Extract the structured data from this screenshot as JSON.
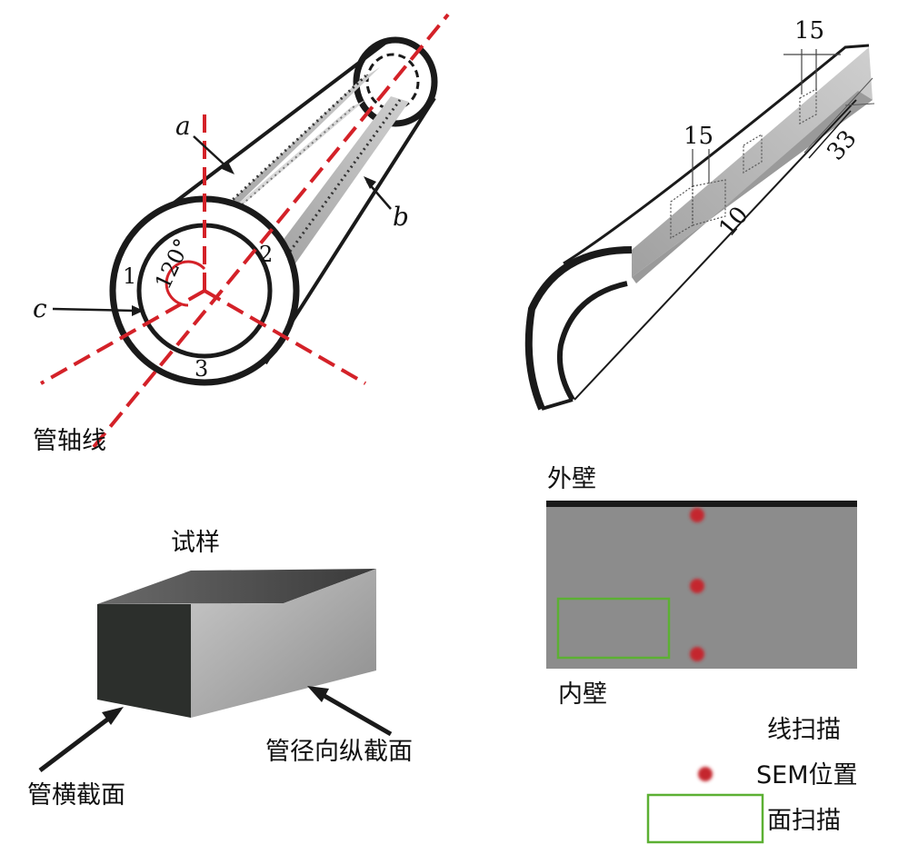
{
  "colors": {
    "red_dashed": "#d42128",
    "pipe_black": "#1a1a1a",
    "strip_gray": "#b4b4b4",
    "sample_gray": "#8a8a8a",
    "line_scan_yellow": "#f2d21b",
    "sem_point_red": "#c4262e",
    "area_scan_green": "#5cb033"
  },
  "panel_a": {
    "label_a": "a",
    "label_b": "b",
    "label_c": "c",
    "num_1": "1",
    "num_2": "2",
    "num_3": "3",
    "angle": "120°",
    "axis_label": "管轴线"
  },
  "panel_b": {
    "dim_top": "15",
    "dim_mid": "15",
    "dim_33": "33",
    "dim_10": "10"
  },
  "panel_c": {
    "title": "试样",
    "cross_section": "管横截面",
    "longitudinal_section": "管径向纵截面"
  },
  "panel_d": {
    "outer_wall": "外壁",
    "inner_wall": "内壁",
    "legend_line_scan": "线扫描",
    "legend_sem": "SEM位置",
    "legend_area_scan": "面扫描"
  }
}
